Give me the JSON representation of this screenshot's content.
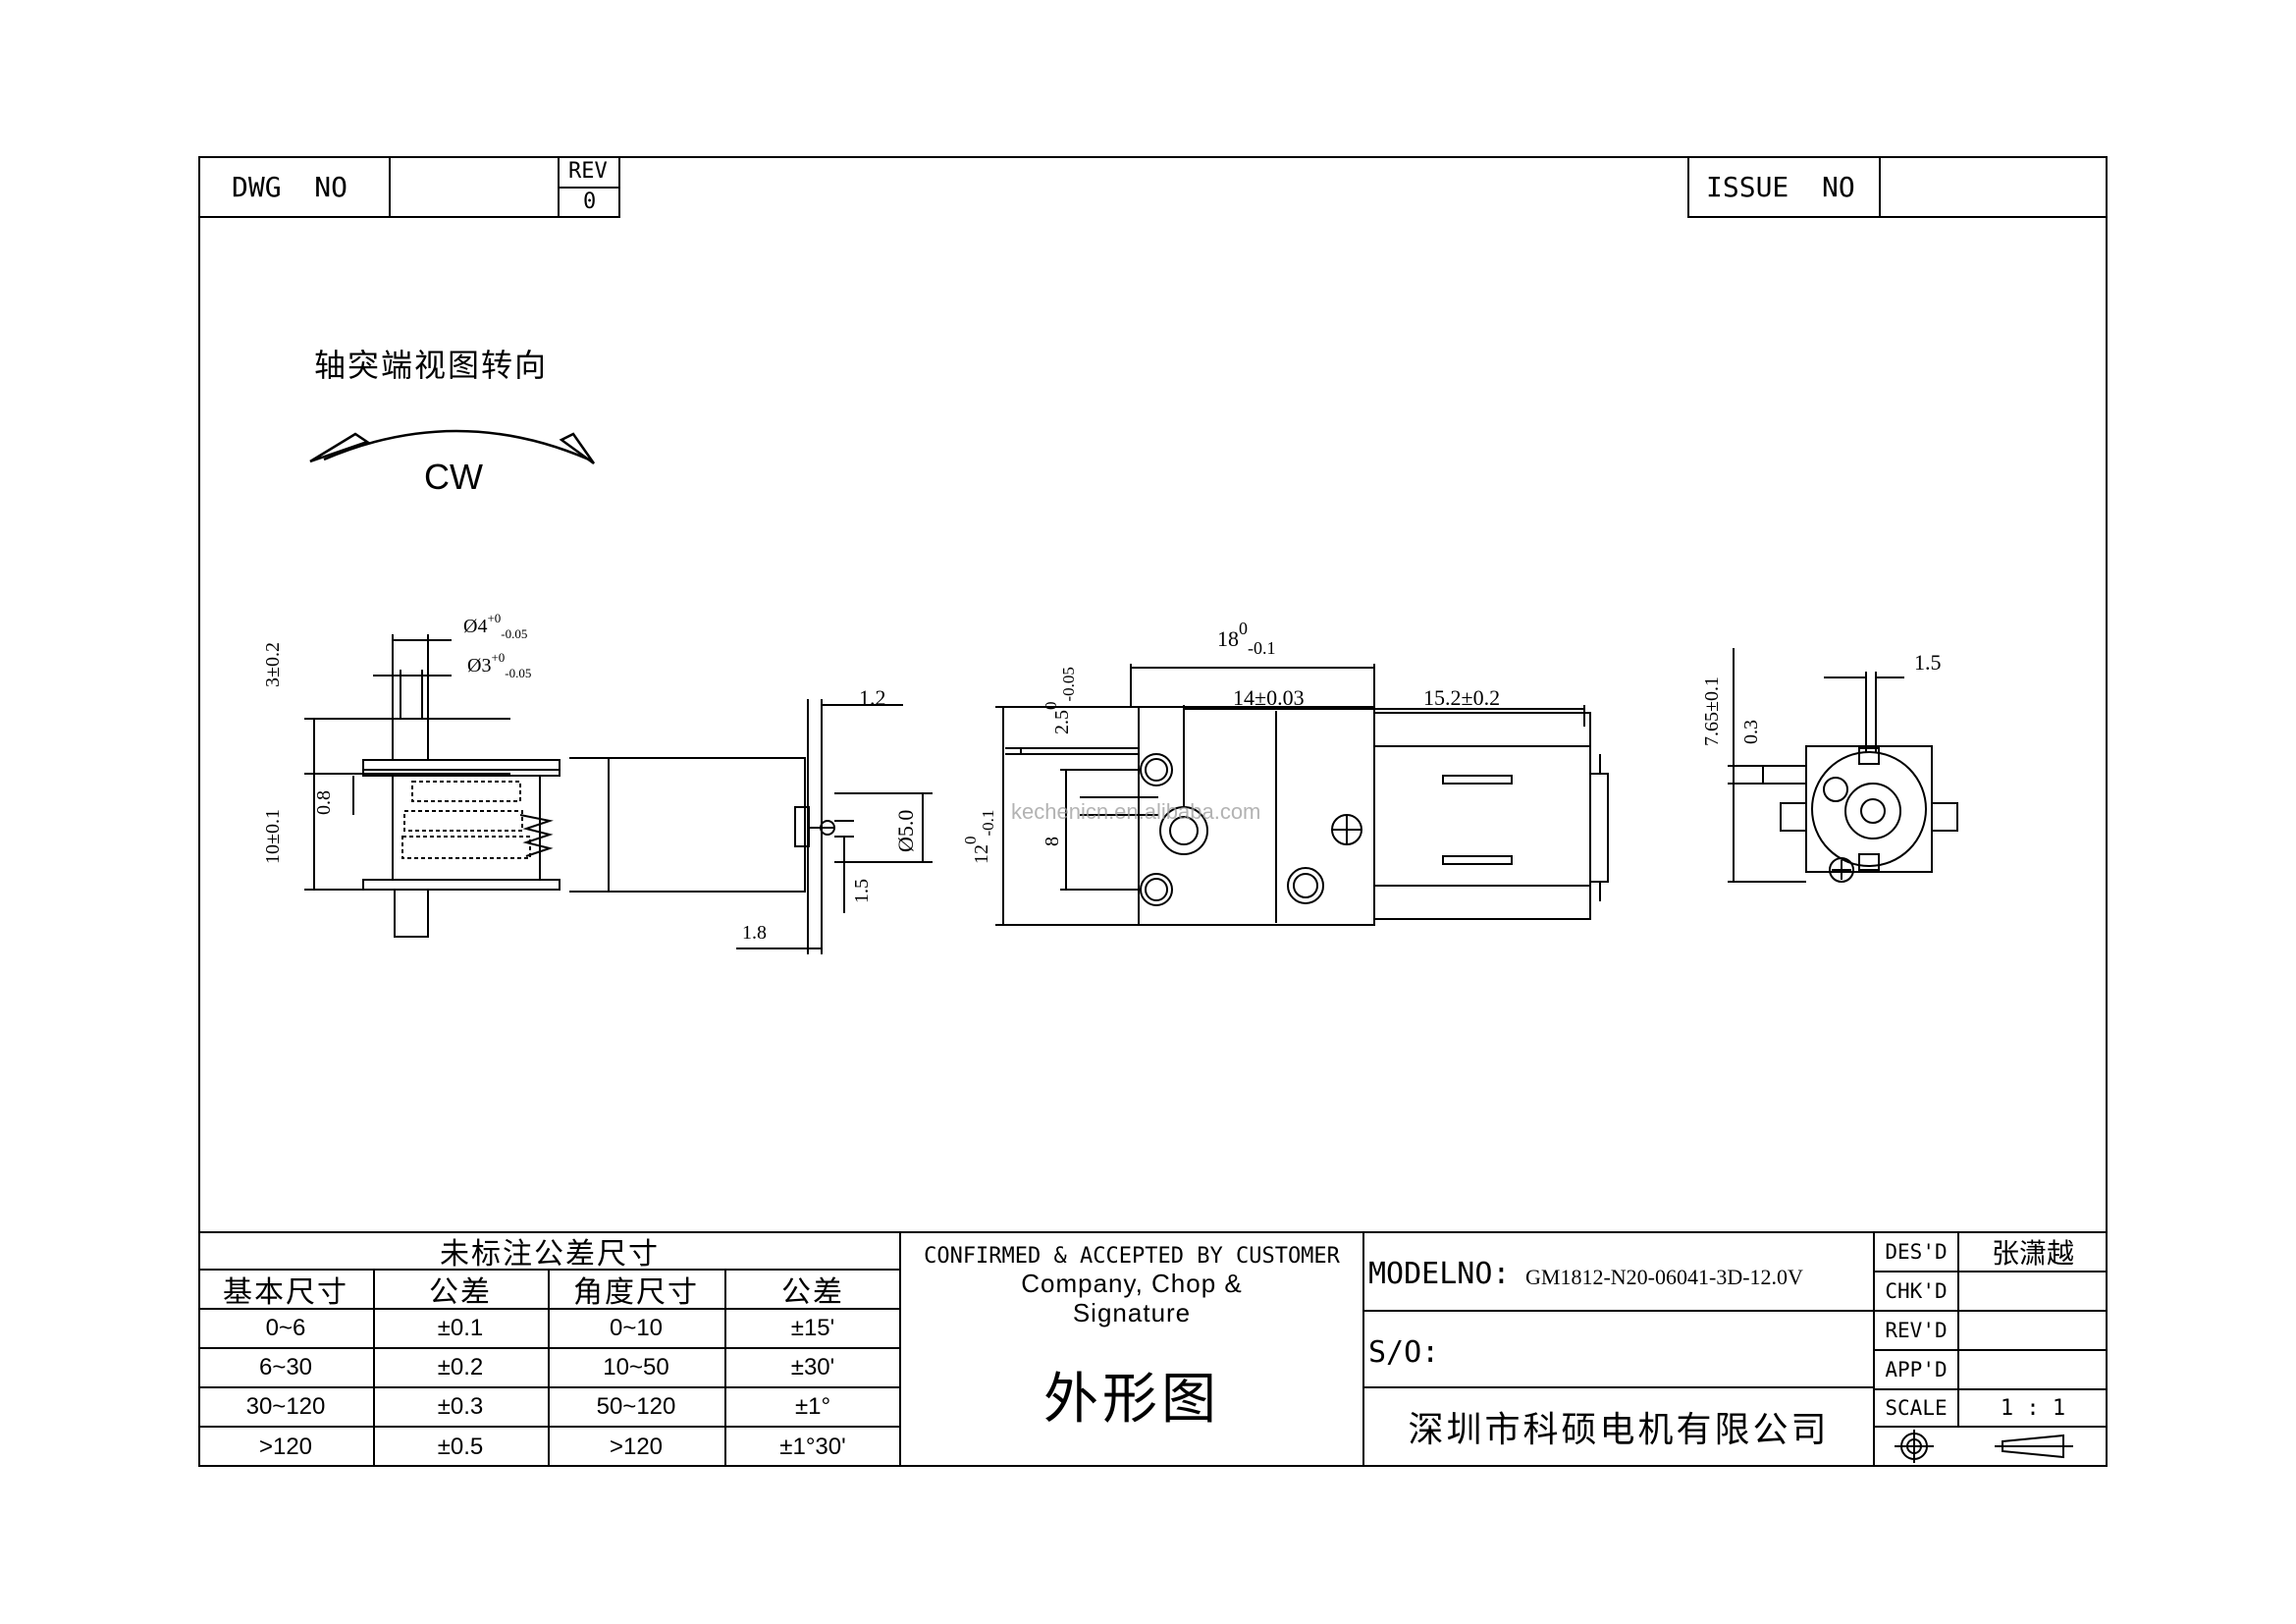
{
  "header": {
    "dwg_label": "DWG  NO",
    "dwg_value": "",
    "rev_label": "REV",
    "rev_value": "0",
    "issue_label": "ISSUE  NO",
    "issue_value": ""
  },
  "rotation": {
    "title": "轴突端视图转向",
    "direction": "CW"
  },
  "dims": {
    "d1_main": "Ø4",
    "d1_tol_up": "+0",
    "d1_tol_low": "-0.05",
    "d2_main": "Ø3",
    "d2_tol_up": "+0",
    "d2_tol_low": "-0.05",
    "shaft_len": "3±0.2",
    "height_left": "10±0.1",
    "gap_08": "0.8",
    "plate_12": "1.2",
    "d5": "Ø5.0",
    "v15": "1.5",
    "h18_left": "1.8",
    "len18": "18",
    "len18_tol_up": "0",
    "len18_tol_low": "-0.1",
    "len14": "14±0.03",
    "len152": "15.2±0.2",
    "h25": "2.5",
    "h25_tol_up": "0",
    "h25_tol_low": "-0.05",
    "h12": "12",
    "h12_tol_up": "0",
    "h12_tol_low": "-0.1",
    "h8": "8",
    "r765": "7.65±0.1",
    "r03": "0.3",
    "r15": "1.5"
  },
  "watermark": "kechenicn.en.alibaba.com",
  "tolerance_table": {
    "title": "未标注公差尺寸",
    "headers": [
      "基本尺寸",
      "公差",
      "角度尺寸",
      "公差"
    ],
    "rows": [
      [
        "0~6",
        "±0.1",
        "0~10",
        "±15'"
      ],
      [
        "6~30",
        "±0.2",
        "10~50",
        "±30'"
      ],
      [
        "30~120",
        "±0.3",
        "50~120",
        "±1°"
      ],
      [
        ">120",
        "±0.5",
        ">120",
        "±1°30'"
      ]
    ]
  },
  "confirm": {
    "line1": "CONFIRMED & ACCEPTED BY CUSTOMER",
    "line2": "Company, Chop &",
    "line3": "Signature",
    "drawing_title": "外形图"
  },
  "model": {
    "model_label": "MODELNO:",
    "model_value": "GM1812-N20-06041-3D-12.0V",
    "so_label": "S/O:",
    "company": "深圳市科硕电机有限公司"
  },
  "signoff": {
    "des_label": "DES'D",
    "des_value": "张潇越",
    "chk_label": "CHK'D",
    "chk_value": "",
    "rev_label": "REV'D",
    "rev_value": "",
    "app_label": "APP'D",
    "app_value": "",
    "scale_label": "SCALE",
    "scale_value": "1 : 1"
  }
}
